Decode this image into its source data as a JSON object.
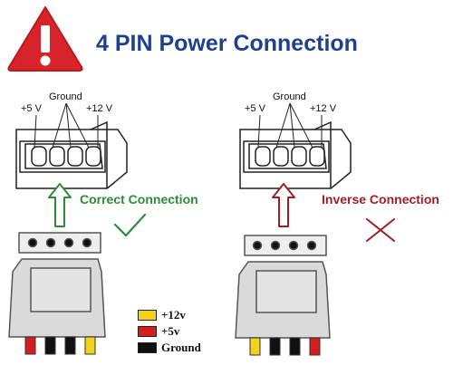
{
  "title": "4 PIN Power Connection",
  "colors": {
    "title": "#1f3f8f",
    "warning_red": "#d8232a",
    "correct_green": "#2e8b3c",
    "inverse_red": "#a11f24",
    "wire_yellow": "#f2d21b",
    "wire_red": "#d41e1e",
    "wire_black": "#111111"
  },
  "icons": {
    "warning": "warning-triangle-icon",
    "correct": "checkmark-icon",
    "inverse": "cross-icon"
  },
  "left_diagram": {
    "pin_labels": {
      "plus5": "+5 V",
      "ground": "Ground",
      "plus12": "+12 V"
    },
    "status": "Correct Connection"
  },
  "right_diagram": {
    "pin_labels": {
      "plus5": "+5 V",
      "ground": "Ground",
      "plus12": "+12 V"
    },
    "status": "Inverse Connection"
  },
  "legend": [
    {
      "label": "+12v",
      "color": "#f2d21b"
    },
    {
      "label": "+5v",
      "color": "#d41e1e"
    },
    {
      "label": "Ground",
      "color": "#111111"
    }
  ]
}
